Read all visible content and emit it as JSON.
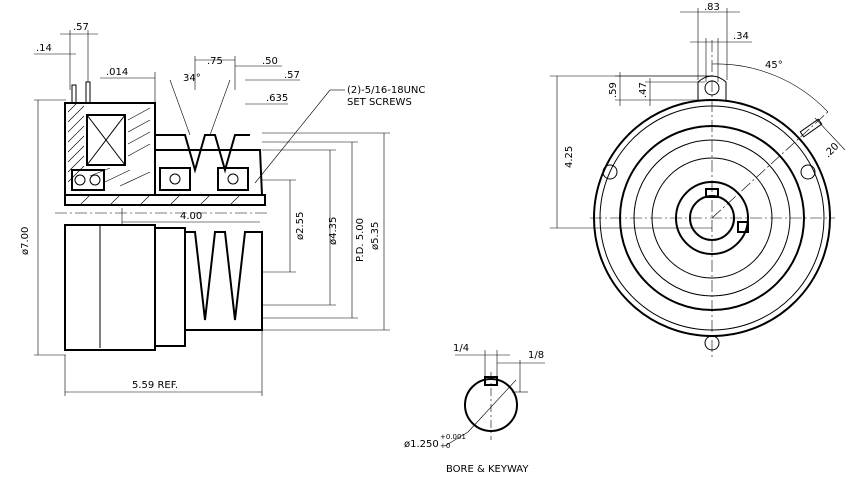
{
  "drawing": {
    "side_view": {
      "dims": {
        "d_057": ".57",
        "d_014": ".14",
        "d_0014": ".014",
        "d_34deg": "34°",
        "d_075": ".75",
        "d_050": ".50",
        "d_057b": ".57",
        "d_0635": ".635",
        "d_400": "4.00",
        "d_dia700": "ø7.00",
        "d_dia255": "ø2.55",
        "d_dia435": "ø4.35",
        "d_pd500": "P.D. 5.00",
        "d_dia535": "ø5.35",
        "d_559": "5.59 REF."
      },
      "note_line1": "(2)-5/16-18UNC",
      "note_line2": "SET SCREWS"
    },
    "front_view": {
      "dims": {
        "d_083": ".83",
        "d_034": ".34",
        "d_45deg": "45°",
        "d_059": ".59",
        "d_047": ".47",
        "d_425": "4.25",
        "d_020": ".20"
      }
    },
    "bore_detail": {
      "d_quarter": "1/4",
      "d_eighth": "1/8",
      "d_bore": "ø1.250",
      "d_tol_plus": "+0.001",
      "d_tol_zero": "+0",
      "caption": "BORE & KEYWAY"
    }
  }
}
